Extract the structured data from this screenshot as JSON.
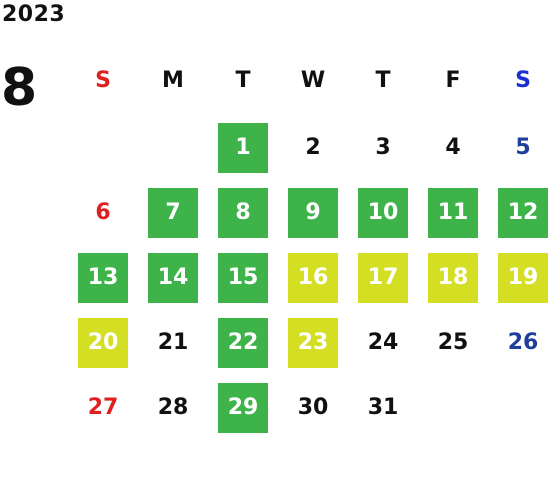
{
  "year": "2023",
  "month": "8",
  "colors": {
    "green": "#3db34a",
    "yellow": "#d4df24",
    "sunday": "#e02020",
    "saturday_header": "#1a2fd4",
    "saturday_date": "#1f3f9c",
    "text": "#111111"
  },
  "weekdays": [
    "S",
    "M",
    "T",
    "W",
    "T",
    "F",
    "S"
  ],
  "weeks": [
    [
      {
        "day": "",
        "style": "empty"
      },
      {
        "day": "",
        "style": "empty"
      },
      {
        "day": "",
        "style": "empty"
      },
      {
        "day": "1",
        "style": "green"
      },
      {
        "day": "2",
        "style": "plain"
      },
      {
        "day": "3",
        "style": "plain"
      },
      {
        "day": "4",
        "style": "plain"
      },
      {
        "day": "5",
        "style": "saturday"
      }
    ],
    [
      {
        "day": "6",
        "style": "sunday"
      },
      {
        "day": "7",
        "style": "green"
      },
      {
        "day": "8",
        "style": "green"
      },
      {
        "day": "9",
        "style": "green"
      },
      {
        "day": "10",
        "style": "green"
      },
      {
        "day": "11",
        "style": "green"
      },
      {
        "day": "12",
        "style": "green"
      }
    ],
    [
      {
        "day": "13",
        "style": "green"
      },
      {
        "day": "14",
        "style": "green"
      },
      {
        "day": "15",
        "style": "green"
      },
      {
        "day": "16",
        "style": "yellow"
      },
      {
        "day": "17",
        "style": "yellow"
      },
      {
        "day": "18",
        "style": "yellow"
      },
      {
        "day": "19",
        "style": "yellow"
      }
    ],
    [
      {
        "day": "20",
        "style": "yellow"
      },
      {
        "day": "21",
        "style": "plain"
      },
      {
        "day": "22",
        "style": "green"
      },
      {
        "day": "23",
        "style": "yellow"
      },
      {
        "day": "24",
        "style": "plain"
      },
      {
        "day": "25",
        "style": "plain"
      },
      {
        "day": "26",
        "style": "saturday"
      }
    ],
    [
      {
        "day": "27",
        "style": "sunday"
      },
      {
        "day": "28",
        "style": "plain"
      },
      {
        "day": "29",
        "style": "green"
      },
      {
        "day": "30",
        "style": "plain"
      },
      {
        "day": "31",
        "style": "plain"
      },
      {
        "day": "",
        "style": "empty"
      },
      {
        "day": "",
        "style": "empty"
      }
    ]
  ]
}
